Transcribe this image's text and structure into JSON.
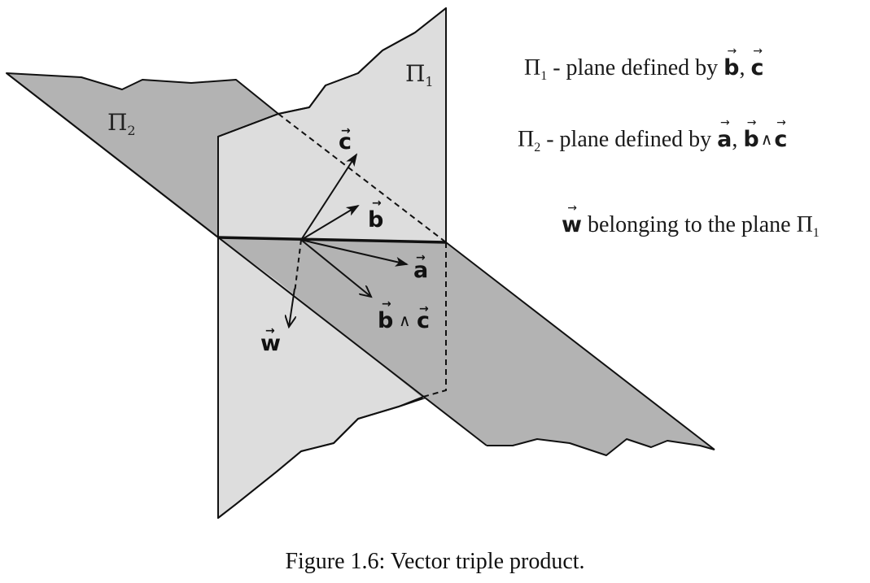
{
  "colors": {
    "plane1_fill": "#dddddd",
    "plane2_fill": "#b3b3b3",
    "stroke": "#111111",
    "background": "#ffffff"
  },
  "diagram": {
    "plane1_label_symbol": "Π",
    "plane1_label_sub": "1",
    "plane2_label_symbol": "Π",
    "plane2_label_sub": "2",
    "vector_labels": {
      "c": "c",
      "b": "b",
      "a": "a",
      "bxc_left": "b",
      "bxc_op": "∧",
      "bxc_right": "c",
      "w": "w"
    }
  },
  "legend": {
    "line1": {
      "symbol": "Π",
      "sub": "1",
      "text": " - plane defined by ",
      "v1": "b",
      "sep": ",",
      "v2": "c"
    },
    "line2": {
      "symbol": "Π",
      "sub": "2",
      "text": " - plane defined by ",
      "v1": "a",
      "sep": ",",
      "v2": "b",
      "op": "∧",
      "v3": "c"
    },
    "line3": {
      "v1": "w",
      "text": " belonging to the plane ",
      "symbol": "Π",
      "sub": "1"
    }
  },
  "caption": "Figure 1.6: Vector triple product."
}
